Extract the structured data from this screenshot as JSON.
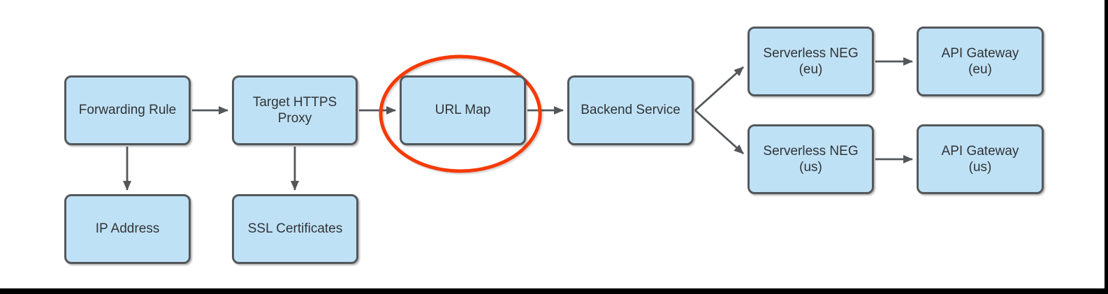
{
  "diagram": {
    "type": "flowchart",
    "colors": {
      "node_fill": "#BFE1F5",
      "node_border": "#54585C",
      "node_text": "#303437",
      "arrow": "#53575A",
      "annotation": "#F63A05",
      "frame": "#000000",
      "background": "#FFFFFF"
    },
    "nodes": [
      {
        "id": "forwarding-rule",
        "label": "Forwarding Rule"
      },
      {
        "id": "target-https-proxy",
        "label": "Target HTTPS\nProxy"
      },
      {
        "id": "url-map",
        "label": "URL Map",
        "annotated": true
      },
      {
        "id": "backend-service",
        "label": "Backend Service"
      },
      {
        "id": "serverless-neg-eu",
        "label": "Serverless NEG\n(eu)"
      },
      {
        "id": "api-gateway-eu",
        "label": "API Gateway\n(eu)"
      },
      {
        "id": "serverless-neg-us",
        "label": "Serverless NEG\n(us)"
      },
      {
        "id": "api-gateway-us",
        "label": "API Gateway\n(us)"
      },
      {
        "id": "ip-address",
        "label": "IP Address"
      },
      {
        "id": "ssl-certificates",
        "label": "SSL Certificates"
      }
    ],
    "edges": [
      {
        "from": "forwarding-rule",
        "to": "target-https-proxy"
      },
      {
        "from": "target-https-proxy",
        "to": "url-map"
      },
      {
        "from": "url-map",
        "to": "backend-service"
      },
      {
        "from": "backend-service",
        "to": "serverless-neg-eu"
      },
      {
        "from": "backend-service",
        "to": "serverless-neg-us"
      },
      {
        "from": "serverless-neg-eu",
        "to": "api-gateway-eu"
      },
      {
        "from": "serverless-neg-us",
        "to": "api-gateway-us"
      },
      {
        "from": "forwarding-rule",
        "to": "ip-address"
      },
      {
        "from": "target-https-proxy",
        "to": "ssl-certificates"
      }
    ],
    "annotation": {
      "shape": "ellipse",
      "target": "url-map",
      "color": "#F63A05"
    }
  }
}
